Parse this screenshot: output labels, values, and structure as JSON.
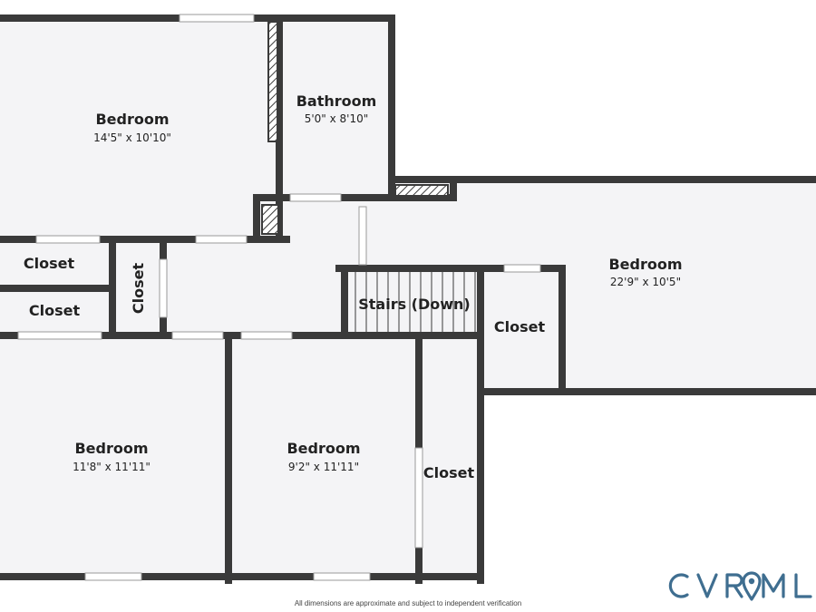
{
  "colors": {
    "wall": "#3a3a3a",
    "floor": "#f4f4f6",
    "window": "#d8d8d8",
    "brand": "#3f6e90"
  },
  "rooms": {
    "bedroom_top_left": {
      "name": "Bedroom",
      "dims": "14'5\" x 10'10\""
    },
    "bathroom": {
      "name": "Bathroom",
      "dims": "5'0\" x 8'10\""
    },
    "bedroom_right": {
      "name": "Bedroom",
      "dims": "22'9\" x 10'5\""
    },
    "closet_left_upper": {
      "name": "Closet"
    },
    "closet_left_lower": {
      "name": "Closet"
    },
    "closet_vertical": {
      "name": "Closet"
    },
    "stairs": {
      "name": "Stairs (Down)"
    },
    "closet_right": {
      "name": "Closet"
    },
    "bedroom_bottom_left": {
      "name": "Bedroom",
      "dims": "11'8\" x 11'11\""
    },
    "bedroom_bottom_middle": {
      "name": "Bedroom",
      "dims": "9'2\" x 11'11\""
    },
    "closet_bottom": {
      "name": "Closet"
    }
  },
  "footer": {
    "disclaimer": "All dimensions are approximate and subject to independent verification"
  },
  "logo": {
    "text": "CVRMLS",
    "icon": "map-pin-icon"
  }
}
